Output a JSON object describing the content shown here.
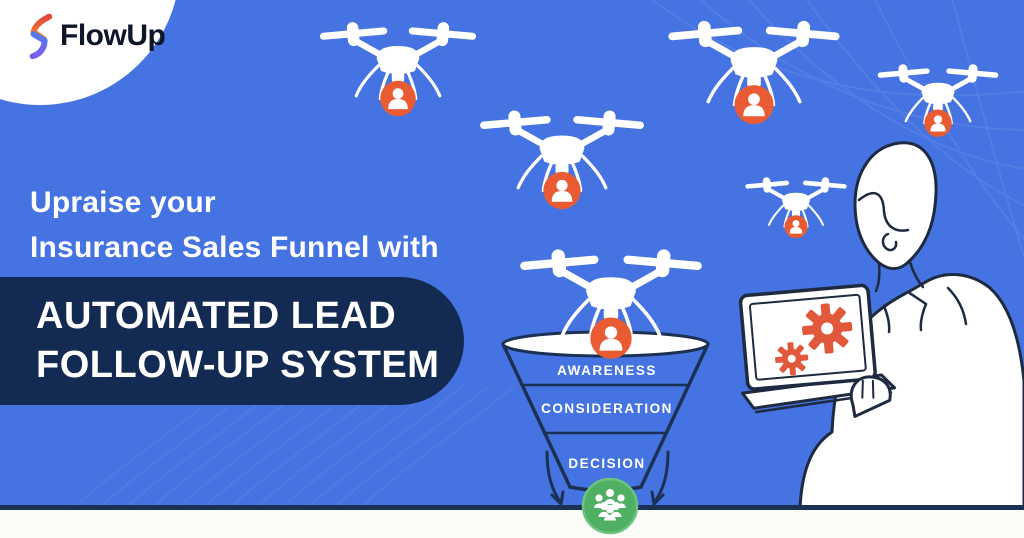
{
  "brand": {
    "name": "FlowUp"
  },
  "headline": {
    "line1": "Upraise your",
    "line2": "Insurance Sales Funnel with"
  },
  "banner": {
    "line1": "AUTOMATED LEAD",
    "line2": "FOLLOW-UP SYSTEM"
  },
  "funnel": {
    "stages": [
      "AWARENESS",
      "CONSIDERATION",
      "DECISION"
    ]
  },
  "colors": {
    "background_blue": "#4573E1",
    "ribbon_navy": "#132A52",
    "outline_navy": "#1E2A40",
    "lead_badge_orange": "#E95C33",
    "gear_orange": "#E2583A",
    "leads_group_green": "#4FAF63",
    "white": "#FFFFFF"
  },
  "icons": {
    "flowup-logo-icon": "two-tone flow zigzag mark",
    "drone-icon": "white quadcopter silhouette",
    "lead-badge-icon": "person in orange circle",
    "leads-group-icon": "people group in green circle",
    "gear-icon": "orange cog",
    "funnel-arrow-icon": "curved down arrow"
  }
}
